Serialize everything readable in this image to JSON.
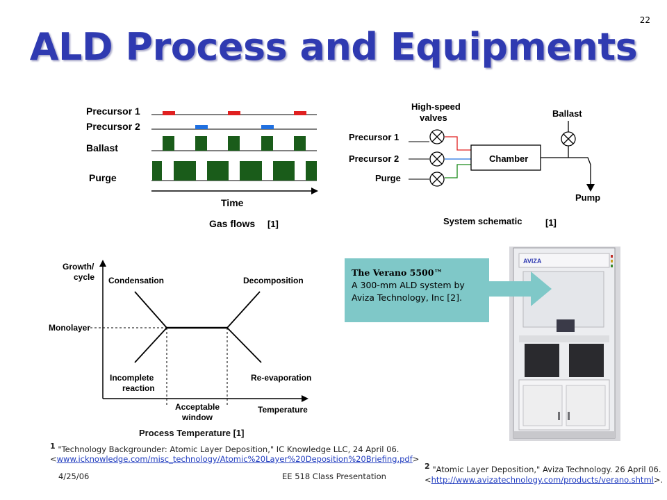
{
  "slide": {
    "title": "ALD Process and Equipments",
    "page_number": "22",
    "date": "4/25/06",
    "footer_center": "EE 518 Class Presentation"
  },
  "gas_flows": {
    "rows": [
      "Precursor 1",
      "Precursor 2",
      "Ballast",
      "Purge"
    ],
    "axis_label": "Time",
    "caption": "Gas flows",
    "ref": "[1]",
    "colors": {
      "precursor1": "#e02020",
      "precursor2": "#2070e0",
      "ballast": "#1a5c1a",
      "purge": "#1a5c1a"
    }
  },
  "schematic": {
    "valves_label_line1": "High-speed",
    "valves_label_line2": "valves",
    "inputs": [
      "Precursor 1",
      "Precursor 2",
      "Purge"
    ],
    "chamber": "Chamber",
    "ballast": "Ballast",
    "pump": "Pump",
    "caption": "System schematic",
    "ref": "[1]"
  },
  "window_diagram": {
    "y_label_line1": "Growth/",
    "y_label_line2": "cycle",
    "monolayer": "Monolayer",
    "condensation": "Condensation",
    "decomposition": "Decomposition",
    "incomplete_line1": "Incomplete",
    "incomplete_line2": "reaction",
    "reevaporation": "Re-evaporation",
    "acceptable_line1": "Acceptable",
    "acceptable_line2": "window",
    "x_label": "Temperature",
    "caption": "Process Temperature [1]"
  },
  "callout": {
    "title": "The Verano 5500™",
    "line1": "A 300-mm ALD system by",
    "line2": "Aviza Technology, Inc [2]."
  },
  "machine": {
    "brand": "AVIZA"
  },
  "references": {
    "ref1_num": "1",
    "ref1_text": "\"Technology Backgrounder: Atomic Layer Deposition,\" IC Knowledge LLC, 24 April 06.",
    "ref1_link": "www.icknowledge.com/misc_technology/Atomic%20Layer%20Deposition%20Briefing.pdf",
    "ref2_num": "2",
    "ref2_text": "\"Atomic Layer Deposition,\" Aviza Technology. 26 April 06.",
    "ref2_link": "http://www.avizatechnology.com/products/verano.shtml"
  }
}
